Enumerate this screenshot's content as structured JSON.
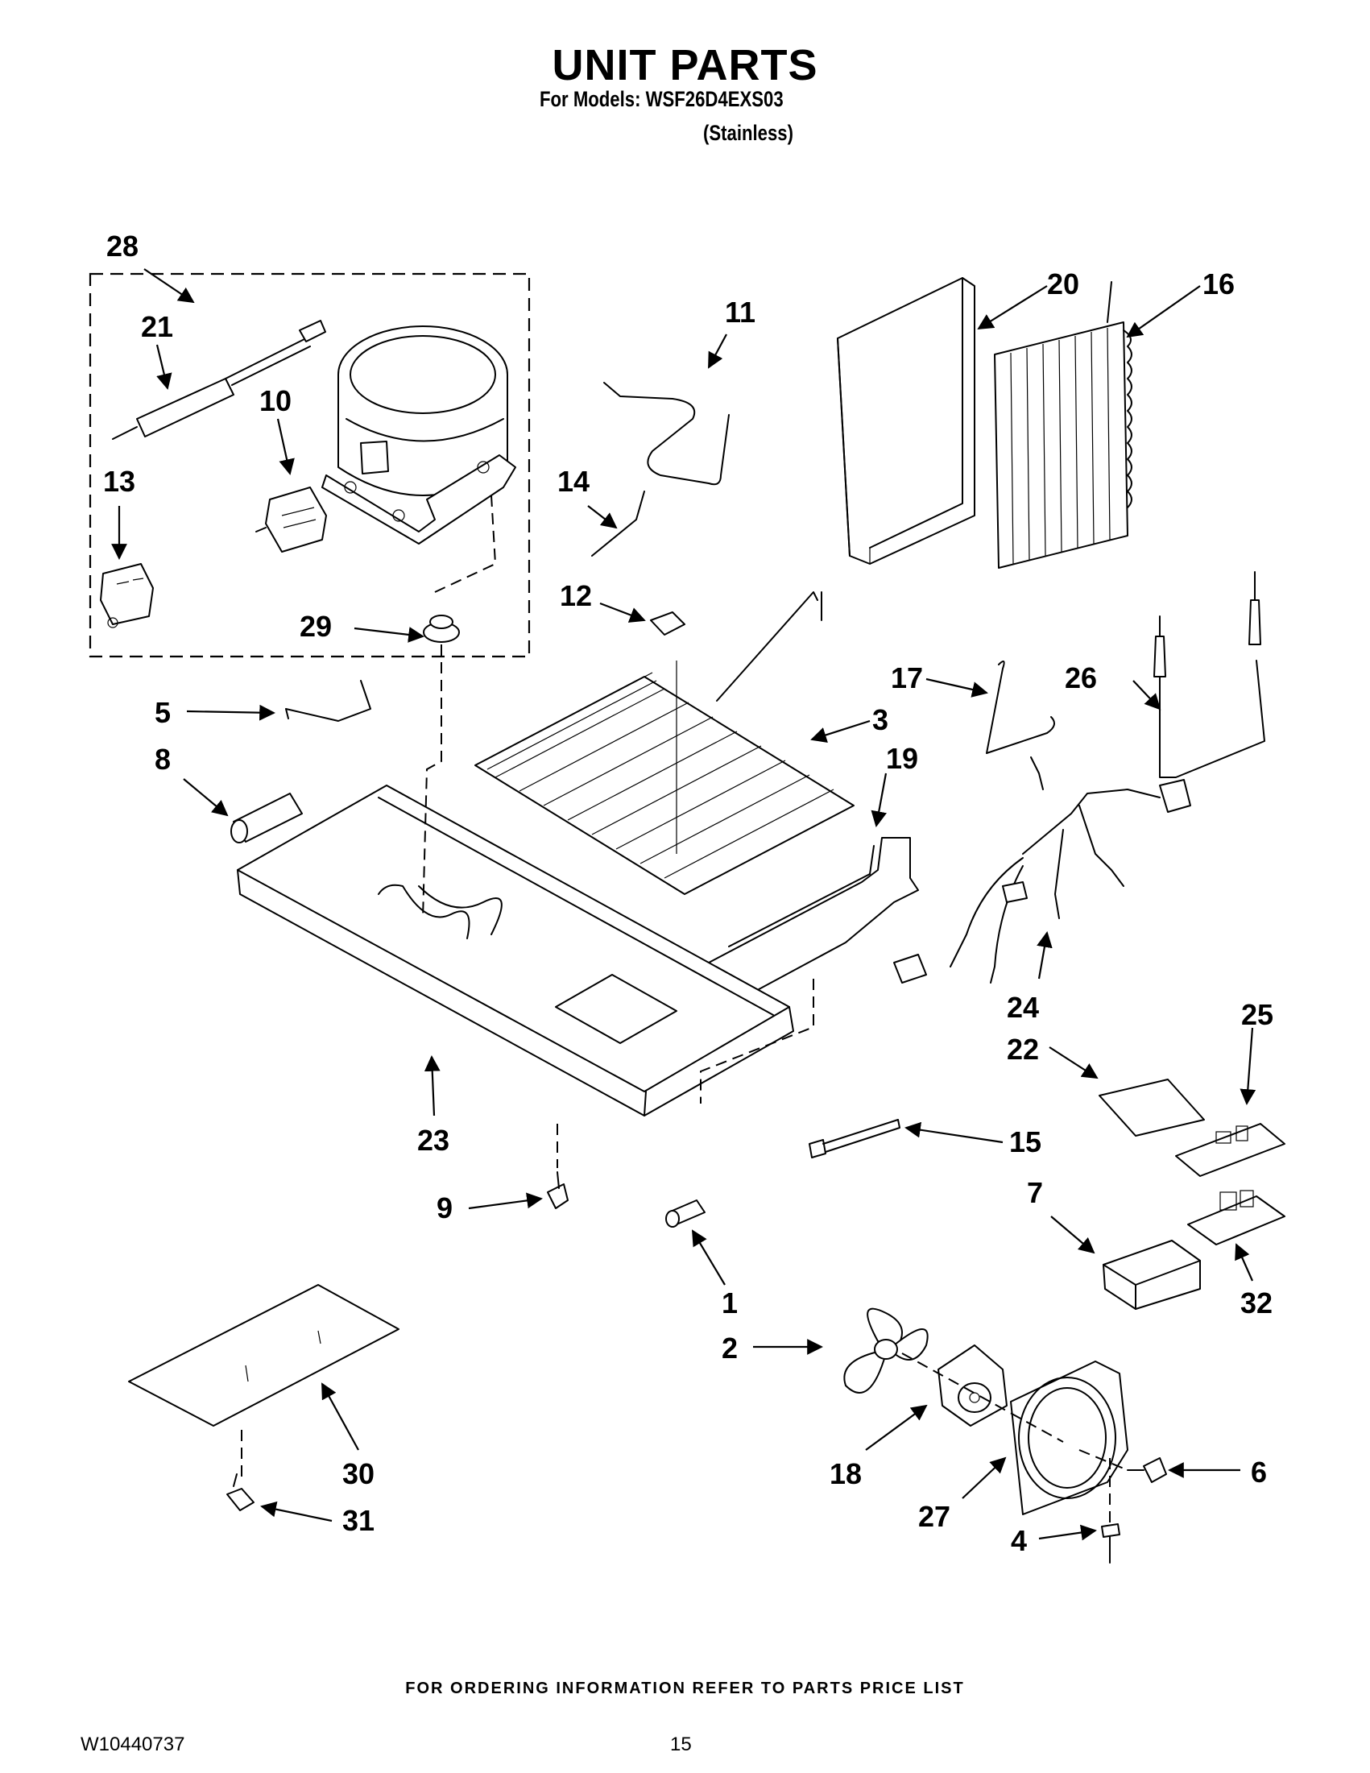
{
  "header": {
    "title": "UNIT PARTS",
    "models_line": "For Models: WSF26D4EXS03",
    "variant_line": "(Stainless)"
  },
  "footer": {
    "ordering_note": "FOR ORDERING INFORMATION REFER TO PARTS PRICE LIST",
    "document_number": "W10440737",
    "page_number": "15"
  },
  "callouts": {
    "c1": "1",
    "c2": "2",
    "c3": "3",
    "c4": "4",
    "c5": "5",
    "c6": "6",
    "c7": "7",
    "c8": "8",
    "c9": "9",
    "c10": "10",
    "c11": "11",
    "c12": "12",
    "c13": "13",
    "c14": "14",
    "c15": "15",
    "c16": "16",
    "c17": "17",
    "c18": "18",
    "c19": "19",
    "c20": "20",
    "c21": "21",
    "c22": "22",
    "c23": "23",
    "c24": "24",
    "c25": "25",
    "c26": "26",
    "c27": "27",
    "c28": "28",
    "c29": "29",
    "c30": "30",
    "c31": "31",
    "c32": "32"
  }
}
